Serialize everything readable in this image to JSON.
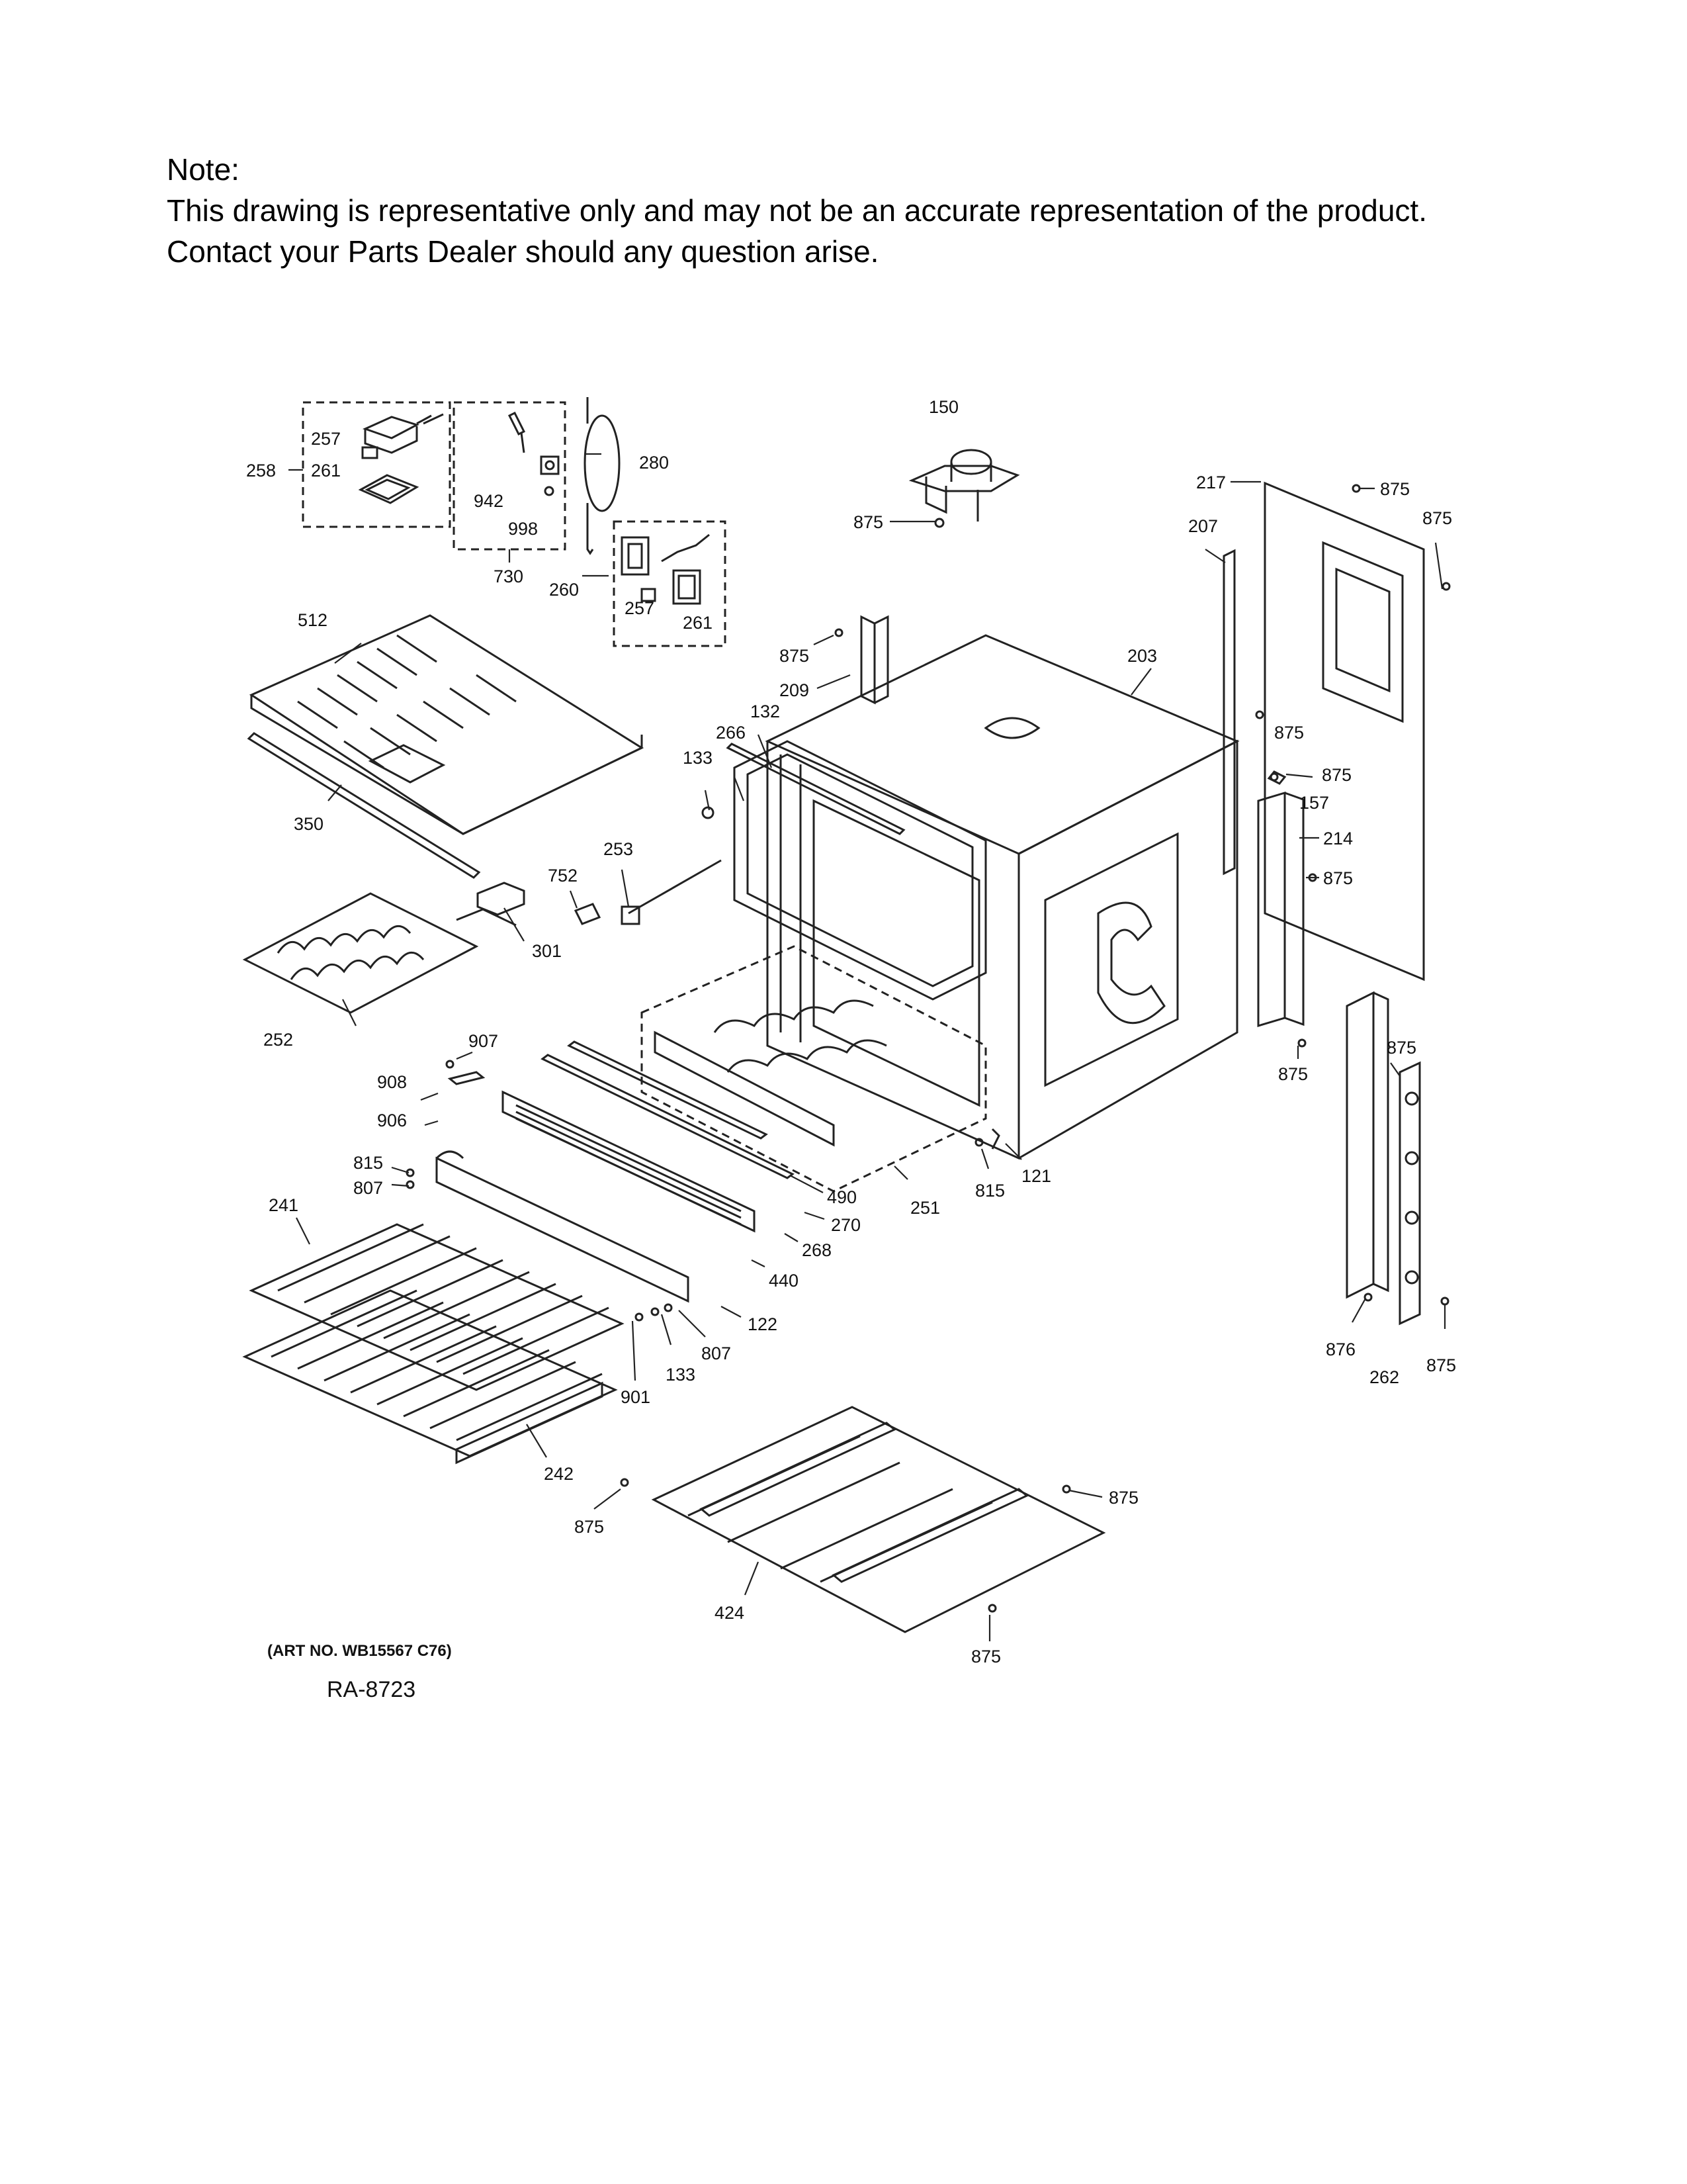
{
  "note": {
    "heading": "Note:",
    "line1": "This drawing is representative only and may not be an accurate representation of the product.",
    "line2": "Contact your Parts Dealer should any question arise."
  },
  "diagram": {
    "art_number": "(ART NO. WB15567 C76)",
    "reference": "RA-8723",
    "callouts": [
      "150",
      "875",
      "217",
      "875",
      "875",
      "207",
      "203",
      "875",
      "209",
      "875",
      "875",
      "157",
      "214",
      "875",
      "875",
      "875",
      "876",
      "262",
      "875",
      "258",
      "257",
      "261",
      "942",
      "998",
      "730",
      "280",
      "260",
      "257",
      "261",
      "512",
      "350",
      "133",
      "266",
      "132",
      "253",
      "752",
      "301",
      "252",
      "907",
      "908",
      "906",
      "815",
      "807",
      "241",
      "490",
      "251",
      "270",
      "268",
      "440",
      "122",
      "807",
      "133",
      "901",
      "815",
      "121",
      "242",
      "875",
      "875",
      "424",
      "875"
    ]
  }
}
